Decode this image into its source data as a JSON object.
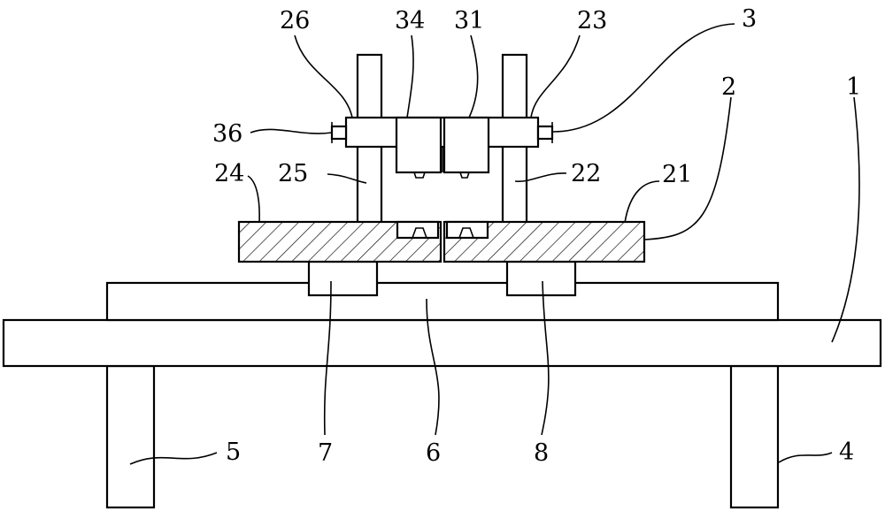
{
  "labels": {
    "l1": "1",
    "l2": "2",
    "l3": "3",
    "l4": "4",
    "l5": "5",
    "l6": "6",
    "l7": "7",
    "l8": "8",
    "l21": "21",
    "l22": "22",
    "l23": "23",
    "l24": "24",
    "l25": "25",
    "l26": "26",
    "l31": "31",
    "l34": "34",
    "l36": "36"
  },
  "colors": {
    "stroke": "#000000",
    "background": "#ffffff"
  }
}
